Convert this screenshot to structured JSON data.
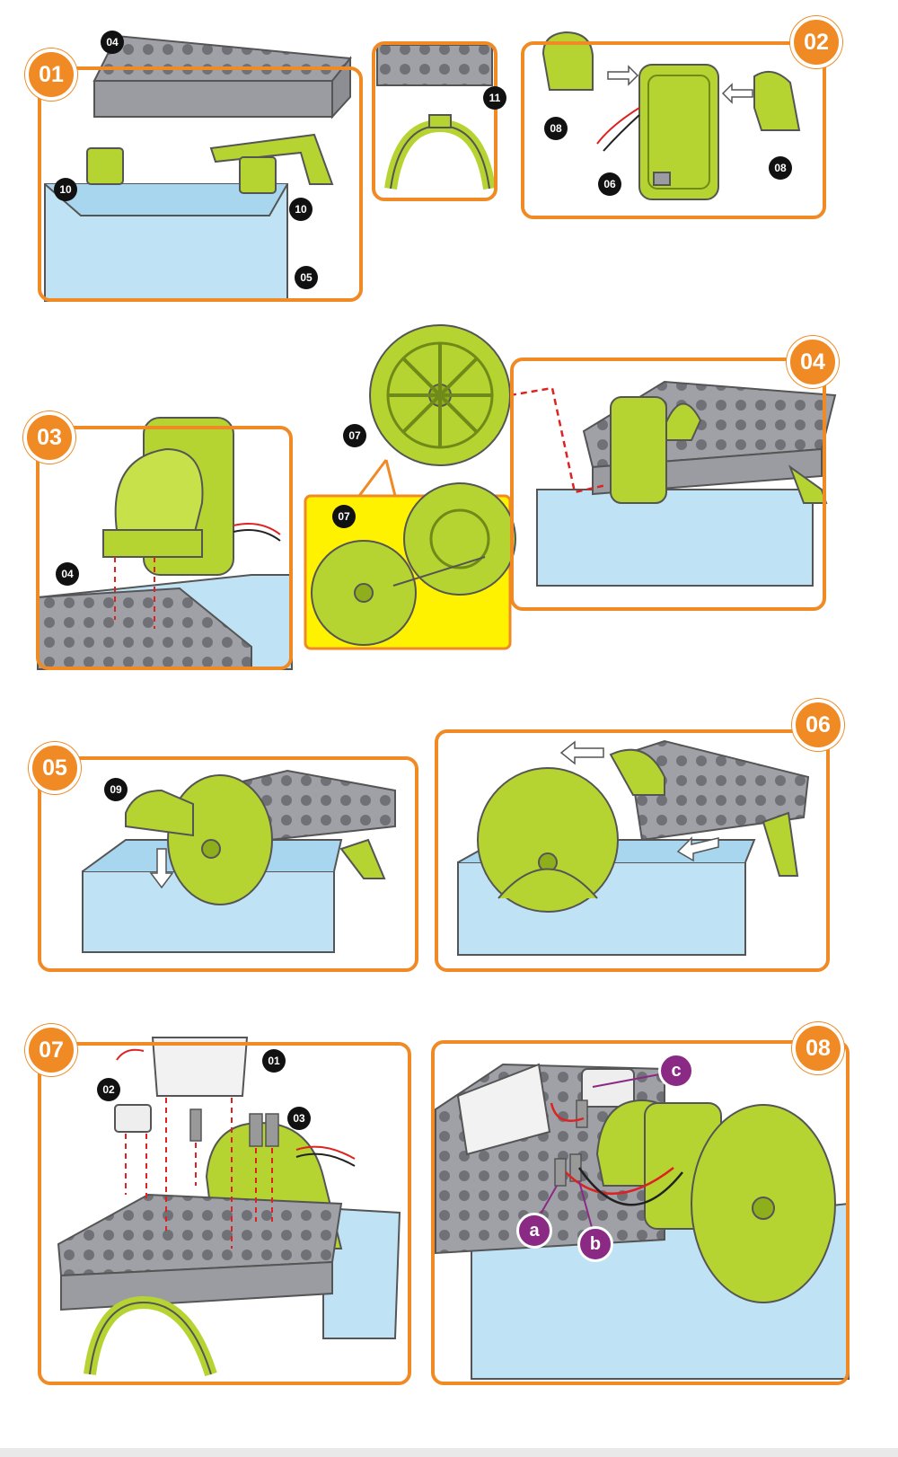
{
  "steps": {
    "s01": "01",
    "s02": "02",
    "s03": "03",
    "s04": "04",
    "s05": "05",
    "s06": "06",
    "s07": "07",
    "s08": "08"
  },
  "parts": {
    "p04a": "04",
    "p10a": "10",
    "p10b": "10",
    "p05": "05",
    "p11": "11",
    "p08a": "08",
    "p08b": "08",
    "p06": "06",
    "p04b": "04",
    "p07a": "07",
    "p07b": "07",
    "p09": "09",
    "p01": "01",
    "p02": "02",
    "p03": "03"
  },
  "wires": {
    "a": "a",
    "b": "b",
    "c": "c"
  },
  "colors": {
    "frame": "#f08a24",
    "green": "#b5d431",
    "gray": "#a4a6ab",
    "blue": "#b8def2",
    "highlight": "#fff200",
    "wire_label": "#8a2a84"
  }
}
